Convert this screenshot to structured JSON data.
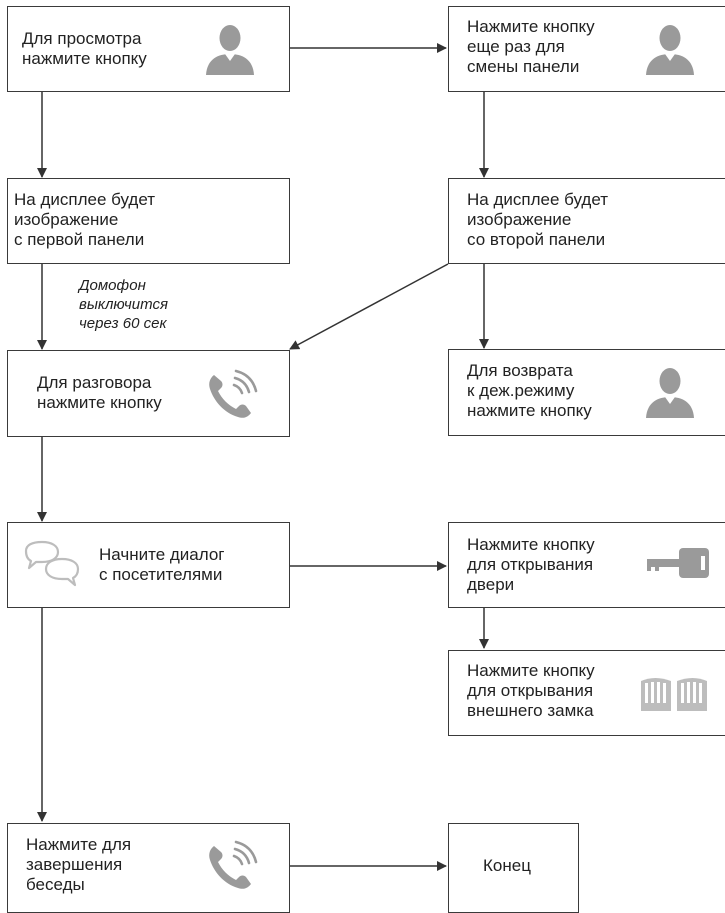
{
  "colors": {
    "line": "#333333",
    "border": "#3a3a3a",
    "icon": "#9a9a9a",
    "icon_light": "#bdbdbd",
    "text": "#222222"
  },
  "boxes": {
    "view": "Для просмотра\nнажмите кнопку",
    "press_again": "Нажмите кнопку\nеще раз для\nсмены панели",
    "display_first": "На дисплее будет\nизображение\nс первой панели",
    "display_second": "На дисплее будет\nизображение\nсо второй панели",
    "talk": "Для разговора\nнажмите кнопку",
    "return": "Для возврата\nк деж.режиму\nнажмите кнопку",
    "dialog": "Начните диалог\nс посетителями",
    "open_door": "Нажмите кнопку\nдля открывания\nдвери",
    "open_lock": "Нажмите кнопку\nдля открывания\nвнешнего замка",
    "end_call": "Нажмите для\nзавершения\nбеседы",
    "end": "Конец"
  },
  "notes": {
    "auto_off": "Домофон\nвыключится\nчерез 60 сек"
  },
  "icons": {
    "view": "user-icon",
    "press_again": "user-icon",
    "talk": "phone-icon",
    "return": "user-icon",
    "dialog": "chat-bubbles-icon",
    "open_door": "key-icon",
    "open_lock": "gate-icon",
    "end_call": "phone-icon"
  }
}
